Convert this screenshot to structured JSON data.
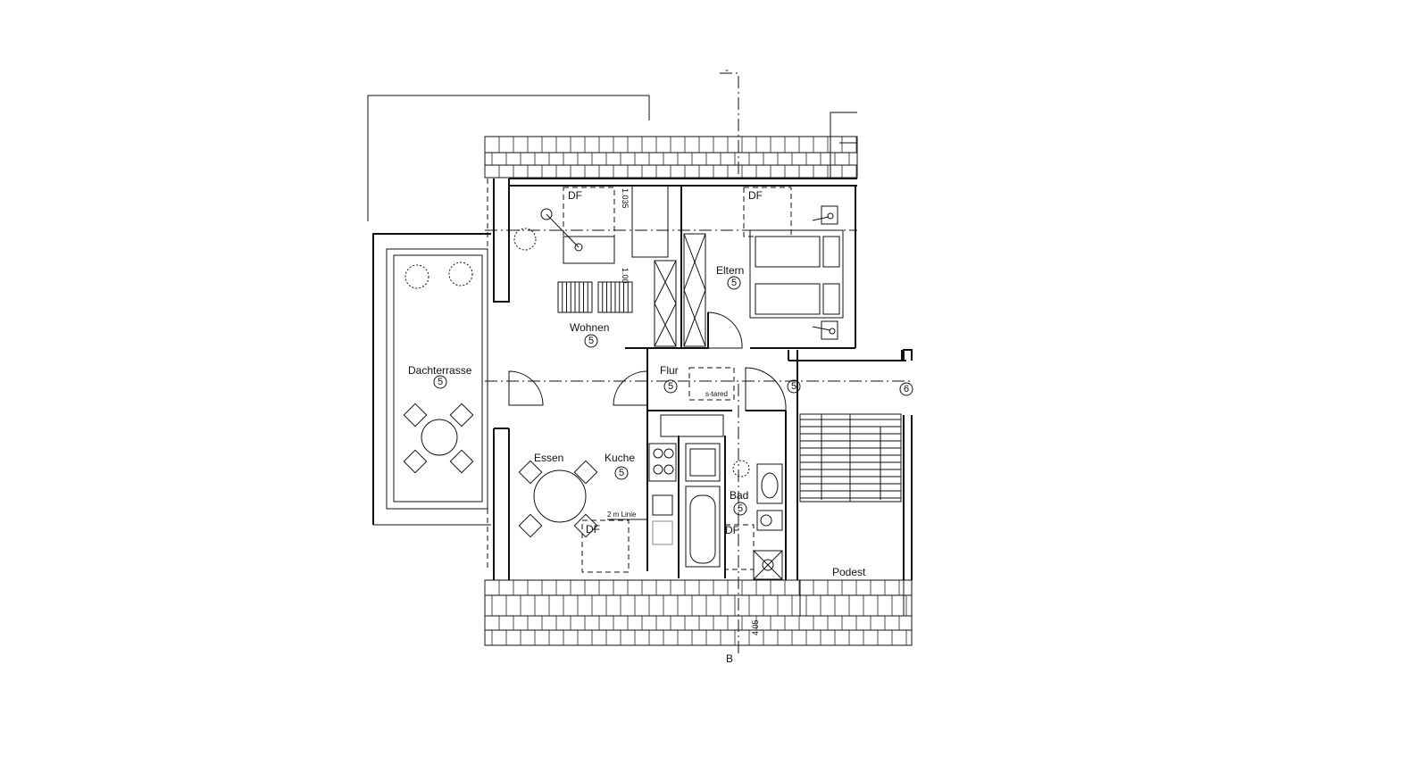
{
  "rooms": {
    "wohnen": {
      "label": "Wohnen",
      "number": "5"
    },
    "eltern": {
      "label": "Eltern",
      "number": "5"
    },
    "flur": {
      "label": "Flur",
      "number": "5"
    },
    "dachterrasse": {
      "label": "Dachterrasse",
      "number": "5"
    },
    "essen": {
      "label": "Essen"
    },
    "kuche": {
      "label": "Kuche",
      "number": "5"
    },
    "bad": {
      "label": "Bad",
      "number": "5"
    },
    "podest": {
      "label": "Podest"
    },
    "hall": {
      "number": "5"
    },
    "stair": {
      "number": "6"
    }
  },
  "annotations": {
    "df_1": "DF",
    "df_2": "DF",
    "df_3": "DF",
    "df_4": "DF",
    "linie": "2 m Linie",
    "flur_note": "s-tared",
    "dim_1": "1.035",
    "dim_2": "1.00",
    "dim_3": "4.05",
    "section_top": "-",
    "section_bottom": "B"
  }
}
